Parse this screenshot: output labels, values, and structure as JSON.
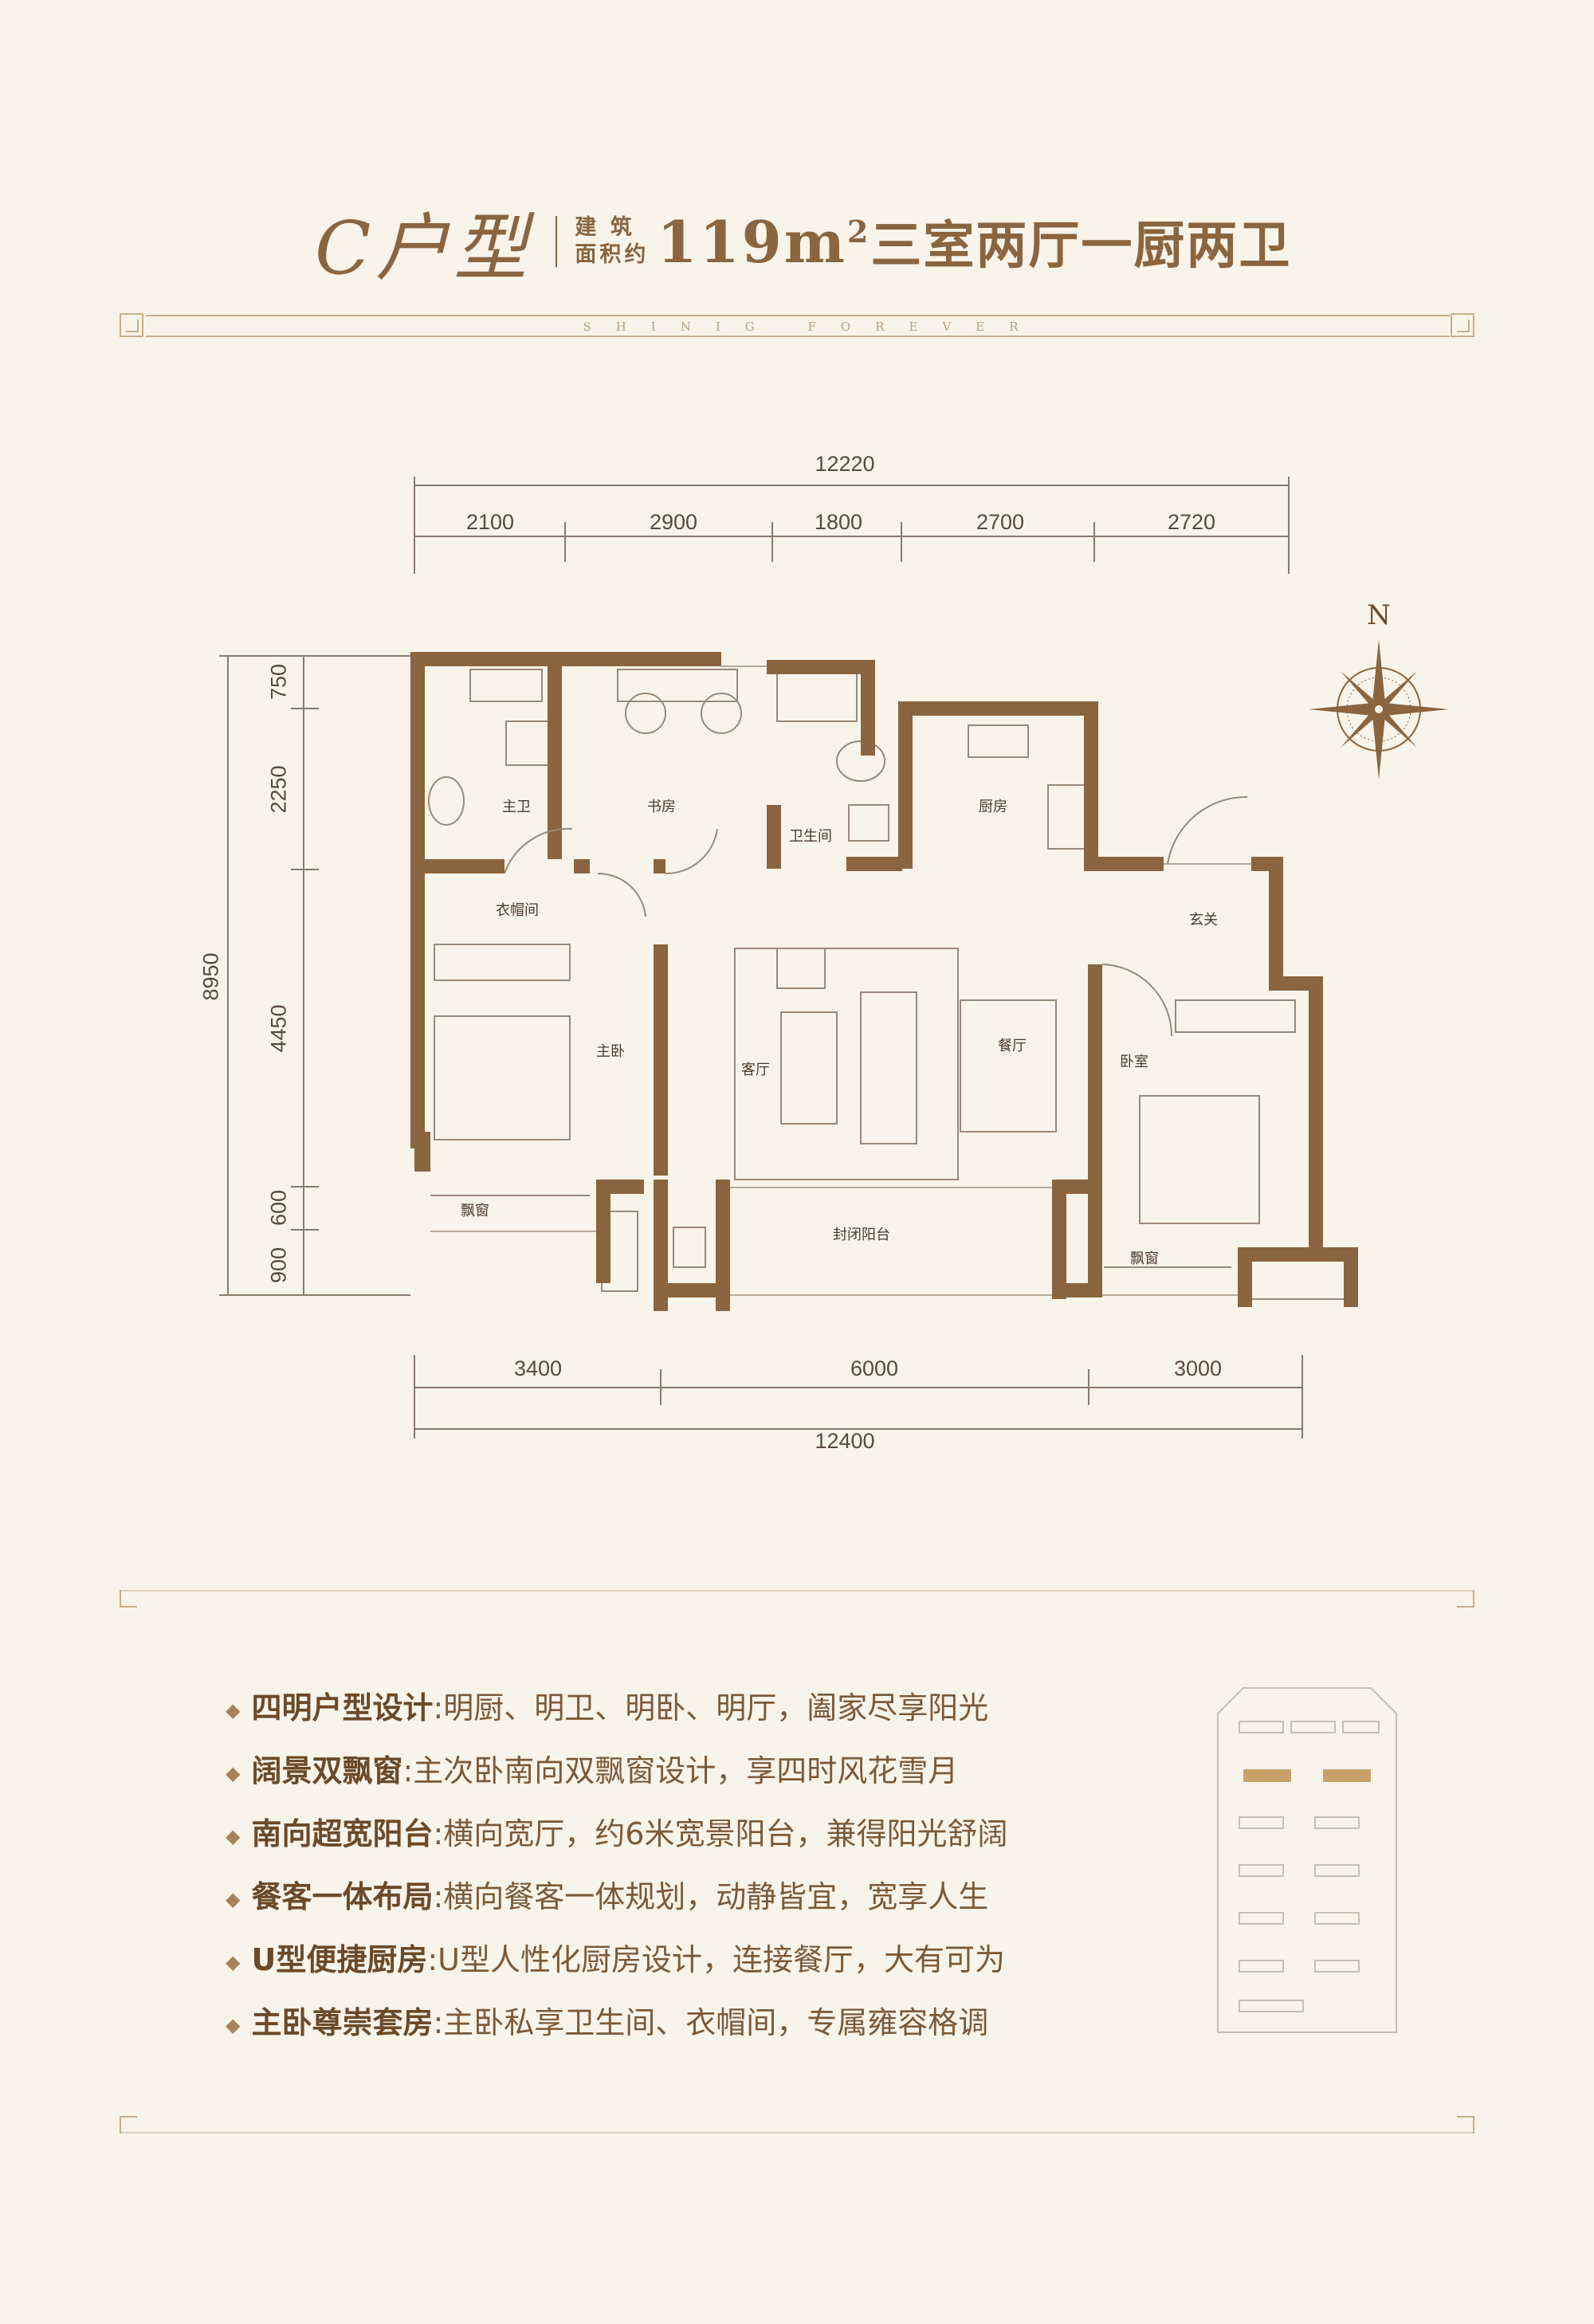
{
  "title": {
    "type": "C户型",
    "area_label_top": "建 筑",
    "area_label_bottom": "面积约",
    "area": "119m",
    "area_sup": "2",
    "rooms": "三室两厅一厨两卫"
  },
  "band_text": "SHINIG FOREVER",
  "dimensions": {
    "top_total": "12220",
    "top_segments": [
      "2100",
      "2900",
      "1800",
      "2700",
      "2720"
    ],
    "left_total": "8950",
    "left_segments": [
      "750",
      "2250",
      "4450",
      "600",
      "900"
    ],
    "bottom_segments": [
      "3400",
      "6000",
      "3000"
    ],
    "bottom_total": "12400"
  },
  "compass": {
    "north": "N"
  },
  "rooms": {
    "master_bath": "主卫",
    "study": "书房",
    "bathroom": "卫生间",
    "kitchen": "厨房",
    "cloakroom": "衣帽间",
    "foyer": "玄关",
    "master_bedroom": "主卧",
    "living_room": "客厅",
    "dining": "餐厅",
    "bedroom": "卧室",
    "bay_window_left": "飘窗",
    "balcony": "封闭阳台",
    "bay_window_right": "飘窗"
  },
  "features": [
    {
      "title": "四明户型设计",
      "desc": ":明厨、明卫、明卧、明厅，阖家尽享阳光"
    },
    {
      "title": "阔景双飘窗",
      "desc": ":主次卧南向双飘窗设计，享四时风花雪月"
    },
    {
      "title": "南向超宽阳台",
      "desc": ":横向宽厅，约6米宽景阳台，兼得阳光舒阔"
    },
    {
      "title": "餐客一体布局",
      "desc": ":横向餐客一体规划，动静皆宜，宽享人生"
    },
    {
      "title": "U型便捷厨房",
      "desc": ":U型人性化厨房设计，连接餐厅，大有可为"
    },
    {
      "title": "主卧尊崇套房",
      "desc": ":主卧私享卫生间、衣帽间，专属雍容格调"
    }
  ],
  "colors": {
    "wall": "#8a6540",
    "background": "#f8f4ea",
    "accent": "#a8835a"
  }
}
